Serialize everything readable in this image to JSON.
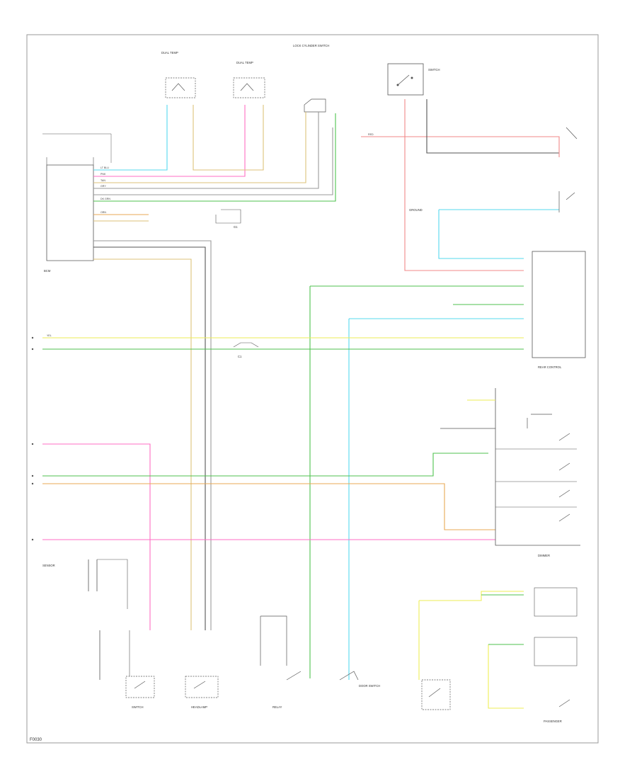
{
  "diagram": {
    "code": "F0030",
    "colors": {
      "frame": "#9a9a9a",
      "line": "#555555",
      "cyan": "#55d8ee",
      "pink": "#ff6ec4",
      "tan": "#dcc27a",
      "green": "#4fc24f",
      "yellow": "#eeee55",
      "gray": "#9a9a9a",
      "orange": "#e8a955",
      "red": "#f08888"
    },
    "wire_colors": {
      "cyan": "LT BLU",
      "pink": "PNK",
      "tan": "TAN",
      "green": "DK GRN",
      "yellow": "YEL",
      "gray": "GRY",
      "orange": "ORN",
      "red": "RED"
    },
    "components": {
      "dual_temp_left": "DUAL TEMP",
      "dual_temp_center": "DUAL TEMP",
      "lock_cylinder": "LOCK CYLINDER SWITCH",
      "switch_top_right": "SWITCH",
      "module_left": "BCM",
      "module_right": "REAR CONTROL",
      "module_right_bottom": "DIMMER",
      "g1": "G1",
      "c1": "C1",
      "bottom_1": "SENSOR",
      "bottom_2": "SWITCH",
      "bottom_3": "HEADLAMP",
      "bottom_4": "RELAY",
      "bottom_5": "DOOR SWITCH",
      "bottom_6": "PASSENGER",
      "connector_right": "GROUND"
    }
  }
}
